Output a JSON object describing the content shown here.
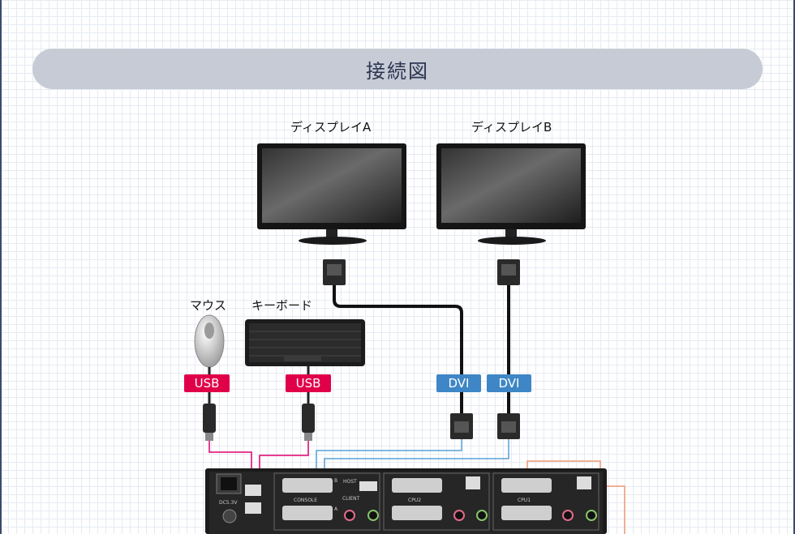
{
  "title": "接続図",
  "devices": {
    "display_a": "ディスプレイA",
    "display_b": "ディスプレイB",
    "mouse": "マウス",
    "keyboard": "キーボード"
  },
  "badges": {
    "usb_mouse": "USB",
    "usb_keyboard": "USB",
    "dvi_a": "DVI",
    "dvi_b": "DVI"
  },
  "switch_labels": {
    "dc": "DC5.3V",
    "console": "CONSOLE",
    "host": "HOST",
    "client": "CLIENT",
    "cpu2": "CPU2",
    "cpu1": "CPU1",
    "port_a": "A",
    "port_b": "B"
  },
  "colors": {
    "usb_badge": "#e0004a",
    "dvi_badge": "#3e86c5",
    "title_bar": "#c7cbd6",
    "wire_pink": "#e0006e",
    "wire_blue": "#5aa0d6",
    "wire_orange": "#ee9a74",
    "wire_green": "#2bb08a"
  }
}
